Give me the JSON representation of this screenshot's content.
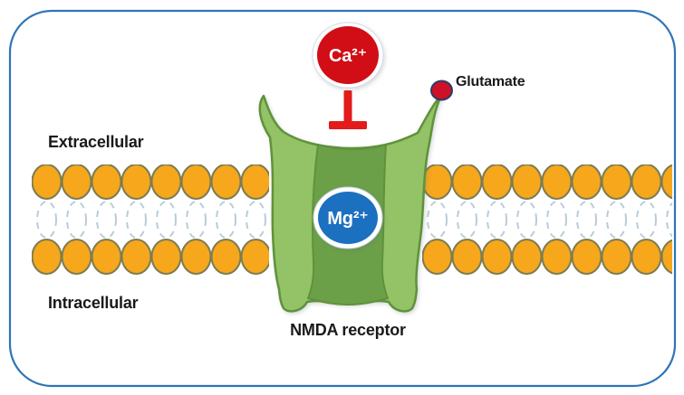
{
  "labels": {
    "extracellular": "Extracellular",
    "intracellular": "Intracellular",
    "receptor": "NMDA receptor",
    "glutamate": "Glutamate"
  },
  "ions": {
    "calcium": "Ca²⁺",
    "magnesium": "Mg²⁺"
  },
  "colors": {
    "frame_border": "#2e75b6",
    "calcium_fill": "#d11019",
    "magnesium_fill": "#1e6fc0",
    "ion_ring": "#ffffff",
    "ion_text": "#ffffff",
    "inhibition_bar": "#e31b1b",
    "glutamate_fill": "#ce1126",
    "glutamate_outline": "#2b3a6b",
    "receptor_body": "#94c266",
    "receptor_channel": "#6ba049",
    "receptor_outline": "#5f923b",
    "lipid_head": "#f6a71c",
    "lipid_head_outline": "#7c7c52",
    "lipid_tail": "#b8cdd9",
    "label_text": "#1a1a1a"
  }
}
